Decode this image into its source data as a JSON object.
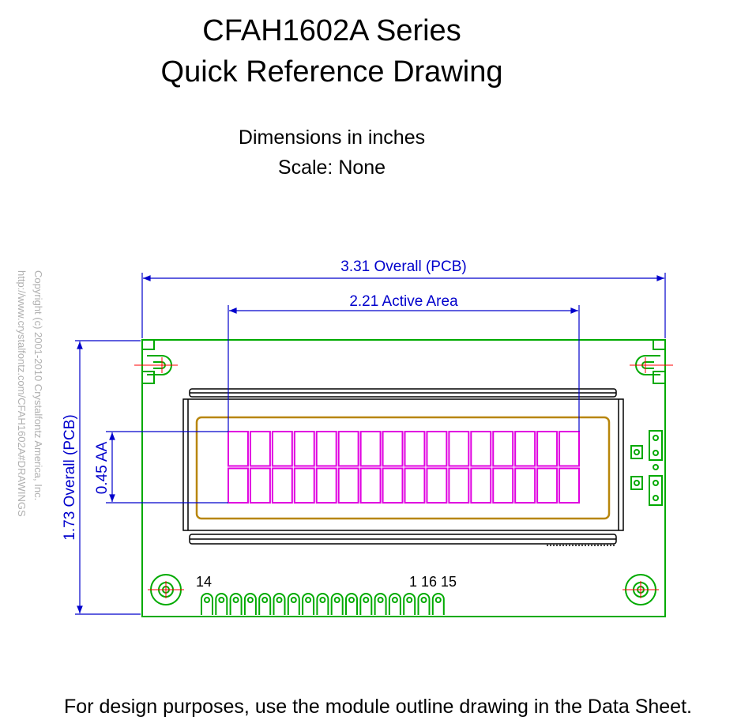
{
  "header": {
    "title_line1": "CFAH1602A Series",
    "title_line2": "Quick Reference Drawing",
    "units": "Dimensions in inches",
    "scale": "Scale: None"
  },
  "dimensions": {
    "overall_width": "3.31 Overall (PCB)",
    "active_area_width": "2.21 Active Area",
    "overall_height": "1.73 Overall (PCB)",
    "active_area_height": "0.45 AA"
  },
  "pins": {
    "label_14": "14",
    "label_1_16_15": "1 16 15"
  },
  "copyright": {
    "line1": "Copyright (c) 2001-2010 Crystalfontz America, Inc.",
    "line2": "http://www.crystalfontz.com/CFAH1602A#DRAWINGS"
  },
  "display": {
    "columns": 16,
    "rows": 2
  },
  "colors": {
    "pcb": "#00aa00",
    "dimension": "#0000cc",
    "characters": "#e000e0",
    "bezel": "#b8860b",
    "centerline": "#ff0000",
    "outline": "#000000"
  },
  "footer": {
    "note": "For design purposes, use the module outline drawing in the Data Sheet."
  }
}
